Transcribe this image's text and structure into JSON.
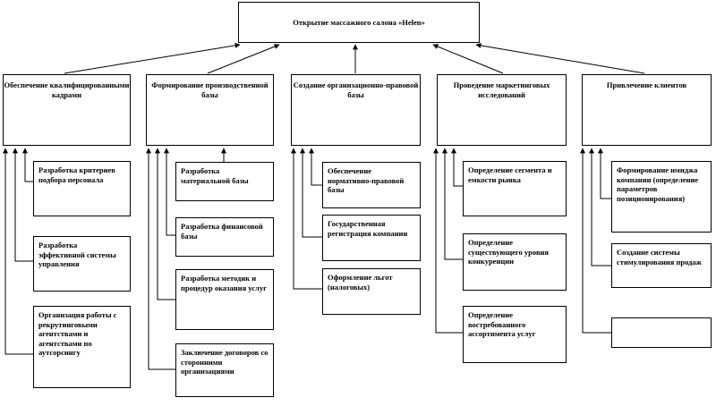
{
  "title": "Открытие массажного салона «Helen»",
  "columns": [
    {
      "header": "Обеспечение квалифицированными кадрами",
      "items": [
        "Разработка критериев подбора персонала",
        "Разработка эффективной системы управления",
        "Организация работы с рекрутинговыми агентствами и агентствами по аутсорсингу"
      ]
    },
    {
      "header": "Формирование производственной базы",
      "items": [
        "Разработка материальной базы",
        "Разработка финансовой базы",
        "Разработка методик и процедур оказания услуг",
        "Заключение договоров со сторонними организациями"
      ]
    },
    {
      "header": "Создание организационно-правовой базы",
      "items": [
        "Обеспечение нормативно-правовой базы",
        "Государственная регистрация компании",
        "Оформление льгот (налоговых)"
      ]
    },
    {
      "header": "Проведение маркетинговых исследований",
      "items": [
        "Определение сегмента и емкости рынка",
        "Определение существующего уровня конкуренции",
        "Определение востребованного ассортимента услуг"
      ]
    },
    {
      "header": "Привлечение клиентов",
      "items": [
        "Формирование имиджа компании (определение параметров позиционирования)",
        "Создание системы стимулирования продаж",
        ""
      ]
    }
  ]
}
